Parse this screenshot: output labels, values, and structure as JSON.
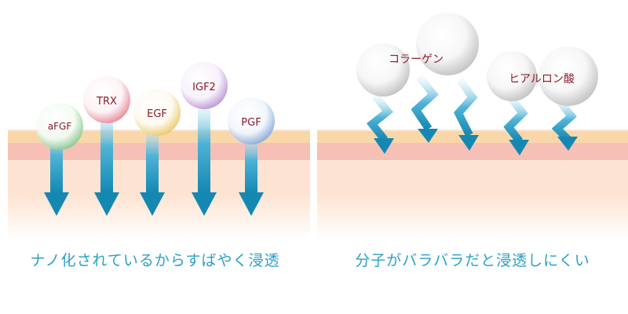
{
  "left": {
    "caption": "ナノ化されているからすばやく浸透",
    "molecules": [
      {
        "label": "aFGF",
        "color": "#7cc48a"
      },
      {
        "label": "TRX",
        "color": "#e87a8c"
      },
      {
        "label": "EGF",
        "color": "#e8c45a"
      },
      {
        "label": "IGF2",
        "color": "#b48ad0"
      },
      {
        "label": "PGF",
        "color": "#7aa4dc"
      }
    ]
  },
  "right": {
    "caption": "分子がバラバラだと浸透しにくい",
    "molecules": [
      {
        "label": "コラーゲン"
      },
      {
        "label": "ヒアルロン酸"
      }
    ]
  },
  "colors": {
    "text_label": "#8a1b2a",
    "caption": "#2aa0c8",
    "arrow": "#1b8fb8",
    "skin_top": "#fad7a8",
    "skin_pink": "#f6c0b6",
    "skin_base": "#fde4d2"
  }
}
